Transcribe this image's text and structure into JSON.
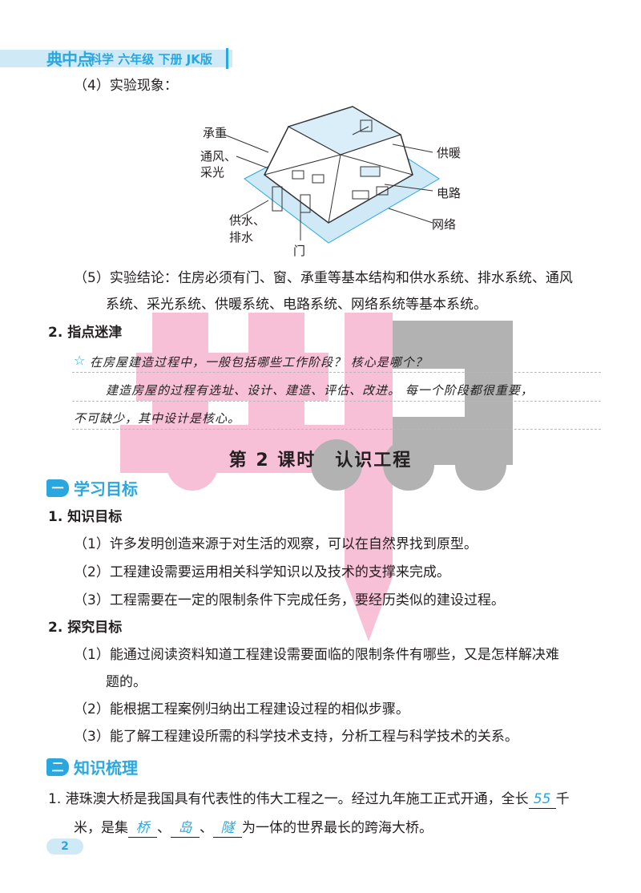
{
  "header": {
    "logo": "典中点",
    "text": "科学 六年级 下册 JK版"
  },
  "part4": {
    "label": "（4）实验现象："
  },
  "diagram": {
    "labels": {
      "chengzhong": "承重",
      "tongfeng": "通风、",
      "caiguang": "采光",
      "gongshui": "供水、",
      "paishui": "排水",
      "men": "门",
      "gongnuan": "供暖",
      "dianlu": "电路",
      "wangluo": "网络"
    }
  },
  "part5": {
    "line1": "（5）实验结论：住房必须有门、窗、承重等基本结构和供水系统、排水系统、通风",
    "line2": "系统、采光系统、供暖系统、电路系统、网络系统等基本系统。"
  },
  "tips": {
    "heading": "2. 指点迷津",
    "question": "在房屋建造过程中，一般包括哪些工作阶段？ 核心是哪个？",
    "answer1": "建造房屋的过程有选址、设计、建造、评估、改进。 每一个阶段都很重要，",
    "answer2": "不可缺少，其中设计是核心。"
  },
  "lesson_title": "第 2 课时　认识工程",
  "section1": {
    "num": "一",
    "title": "学习目标",
    "knowledge_heading": "1. 知识目标",
    "knowledge": [
      "（1）许多发明创造来源于对生活的观察，可以在自然界找到原型。",
      "（2）工程建设需要运用相关科学知识以及技术的支撑来完成。",
      "（3）工程需要在一定的限制条件下完成任务，要经历类似的建设过程。"
    ],
    "explore_heading": "2. 探究目标",
    "explore1a": "（1）能通过阅读资料知道工程建设需要面临的限制条件有哪些，又是怎样解决难",
    "explore1b": "题的。",
    "explore2": "（2）能根据工程案例归纳出工程建设过程的相似步骤。",
    "explore3": "（3）能了解工程建设所需的科学技术支持，分析工程与科学技术的关系。"
  },
  "section2": {
    "num": "二",
    "title": "知识梳理",
    "q1_part1": "1. 港珠澳大桥是我国具有代表性的伟大工程之一。经过九年施工正式开通，全长",
    "q1_answer_length": "55",
    "q1_part2": "千",
    "q1_line2_prefix": "米，是集",
    "q1_answer_1": "桥",
    "q1_sep1": "、",
    "q1_answer_2": "岛",
    "q1_sep2": "、",
    "q1_answer_3": "隧",
    "q1_line2_suffix": "为一体的世界最长的跨海大桥。"
  },
  "page_number": "2",
  "colors": {
    "accent": "#2aa7df",
    "watermark_pink": "#f7b6cf",
    "watermark_gray": "#a5a5a5"
  }
}
